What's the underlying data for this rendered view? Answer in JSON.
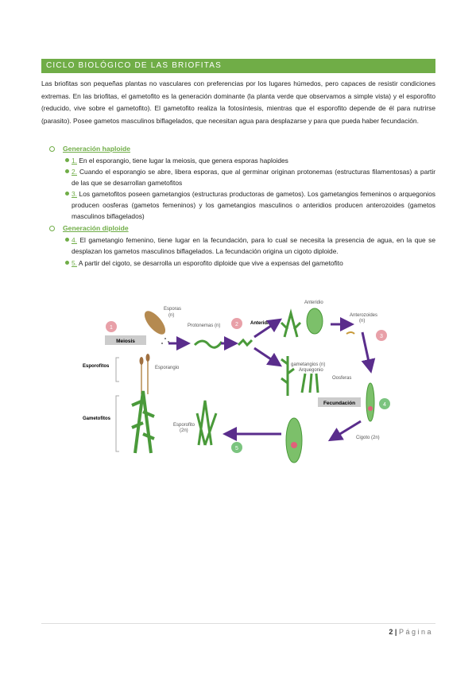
{
  "section_title": "CICLO BIOLÓGICO DE LAS BRIOFITAS",
  "intro": "Las briofitas son pequeñas plantas no vasculares con preferencias por los lugares húmedos, pero capaces de resistir condiciones extremas. En las briofitas, el gametofito es la generación dominante (la planta verde que observamos a simple vista) y el esporofito (reducido, vive sobre el gametofito). El gametofito realiza la fotosíntesis, mientras que el esporofito depende de él para nutrirse (parasito). Posee gametos masculinos biflagelados, que necesitan agua para desplazarse y para que pueda haber fecundación.",
  "haploid": {
    "heading": "Generación haploide",
    "items": [
      {
        "num": "1.",
        "text": " En el esporangio, tiene lugar la meiosis, que genera esporas haploides"
      },
      {
        "num": "2.",
        "text": " Cuando el esporangio se abre, libera esporas, que al germinar originan protonemas (estructuras filamentosas) a partir de las que se desarrollan gametofitos"
      },
      {
        "num": "3.",
        "text": " Los gametofitos poseen gametangios (estructuras productoras de gametos). Los gametangios femeninos o arquegonios producen oosferas (gametos femeninos) y los gametangios masculinos o anteridios producen anterozoides (gametos masculinos biflagelados)"
      }
    ]
  },
  "diploid": {
    "heading": "Generación diploide",
    "items": [
      {
        "num": "4.",
        "text": " El gametangio femenino, tiene lugar en la fecundación, para lo cual se necesita la presencia de agua, en la que se desplazan los gametos masculinos biflagelados. La fecundación origina un cigoto diploide."
      },
      {
        "num": "5.",
        "text": " A partir del cigoto, se desarrolla un esporofito diploide que vive a expensas del gametofito"
      }
    ]
  },
  "diagram": {
    "labels": {
      "esporas": "Esporas",
      "esporas_n": "(n)",
      "protonemas": "Protonemas (n)",
      "anteridio_top": "Anteridio",
      "anteridio_mid": "Anteridio",
      "anterozoides": "Anterozoides",
      "anterozoides_n": "(n)",
      "gametangios": "gametangios (n)",
      "arquegonio": "Arquegonio",
      "oosferas": "Oosferas",
      "meiosis": "Meiosis",
      "fecundacion": "Fecundación",
      "esporofitos": "Esporofitos",
      "esporangio": "Esporangio",
      "gametofitos": "Gametofitos",
      "esporofito": "Esporofito",
      "esporofito_2n": "(2n)",
      "cigoto": "Cigoto (2n)"
    },
    "steps": [
      "1",
      "2",
      "3",
      "4",
      "5"
    ],
    "colors": {
      "accent": "#70ad47",
      "arrow": "#5a2d8c",
      "step": "#e8a0a8",
      "step4": "#7bc47f",
      "plant": "#4a9a3a"
    }
  },
  "footer": {
    "page": "2",
    "sep": "|",
    "label": "Página"
  }
}
